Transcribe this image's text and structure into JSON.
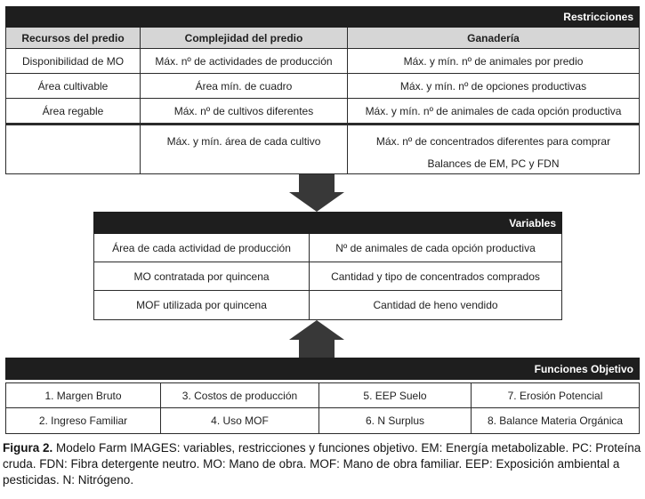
{
  "icons": {
    "down_arrow": "▼",
    "up_arrow": "▲"
  },
  "colors": {
    "title_bar_bg": "#1e1e1e",
    "title_bar_text": "#ffffff",
    "column_header_bg": "#d6d6d6",
    "border": "#2b2b2b",
    "arrow": "#383838",
    "page_bg": "#ffffff",
    "text": "#1f1f1f"
  },
  "restricciones": {
    "title": "Restricciones",
    "columns": [
      "Recursos del predio",
      "Complejidad del predio",
      "Ganadería"
    ],
    "rows": [
      [
        "Disponibilidad de MO",
        "Máx. nº de actividades de producción",
        "Máx. y mín. nº de animales por predio"
      ],
      [
        "Área cultivable",
        "Área mín. de cuadro",
        "Máx. y mín. nº de opciones productivas"
      ],
      [
        "Área regable",
        "Máx. nº de cultivos diferentes",
        "Máx. y mín. nº de animales de cada opción productiva"
      ],
      [
        "",
        "Máx. y mín. área de cada cultivo",
        "Máx. nº de concentrados diferentes para comprar\nBalances de EM, PC y FDN"
      ]
    ]
  },
  "variables": {
    "title": "Variables",
    "rows": [
      [
        "Área de cada actividad de producción",
        "Nº de animales de cada opción productiva"
      ],
      [
        "MO contratada por quincena",
        "Cantidad y tipo de concentrados comprados"
      ],
      [
        "MOF utilizada por quincena",
        "Cantidad de heno vendido"
      ]
    ]
  },
  "funciones_objetivo": {
    "title": "Funciones Objetivo",
    "rows": [
      [
        "1. Margen Bruto",
        "3. Costos de producción",
        "5. EEP Suelo",
        "7. Erosión Potencial"
      ],
      [
        "2. Ingreso Familiar",
        "4. Uso MOF",
        "6. N Surplus",
        "8. Balance Materia Orgánica"
      ]
    ]
  },
  "caption": {
    "label": "Figura 2.",
    "line1_rest": " Modelo Farm IMAGES: variables, restricciones y funciones objetivo. EM: Energía metabolizable. PC: Proteína",
    "line2": "cruda. FDN: Fibra detergente neutro. MO: Mano de obra. MOF: Mano de obra familiar. EEP: Exposición ambiental a",
    "line3": "pesticidas. N: Nitrógeno."
  }
}
